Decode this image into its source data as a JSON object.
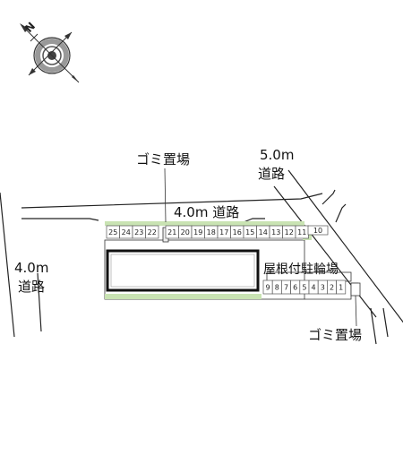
{
  "labels": {
    "garbage_top": "ゴミ置場",
    "road_5m_width": "5.0m",
    "road_5m_name": "道路",
    "road_4m_top": "4.0m 道路",
    "road_4m_left_width": "4.0m",
    "road_4m_left_name": "道路",
    "bicycle_parking": "屋根付駐輪場",
    "garbage_right": "ゴミ置場"
  },
  "parking_top": [
    "25",
    "24",
    "23",
    "22",
    "21",
    "20",
    "19",
    "18",
    "17",
    "16",
    "15",
    "14",
    "13",
    "12",
    "11"
  ],
  "parking_bottom": [
    "9",
    "8",
    "7",
    "6",
    "5",
    "4",
    "3",
    "2",
    "1"
  ],
  "parking_extra": "10",
  "compass": {
    "icon": "compass-rose-icon",
    "north_letter": "N"
  },
  "colors": {
    "green": "#c9e3b3",
    "line": "#222222",
    "slot_border": "#555555"
  }
}
